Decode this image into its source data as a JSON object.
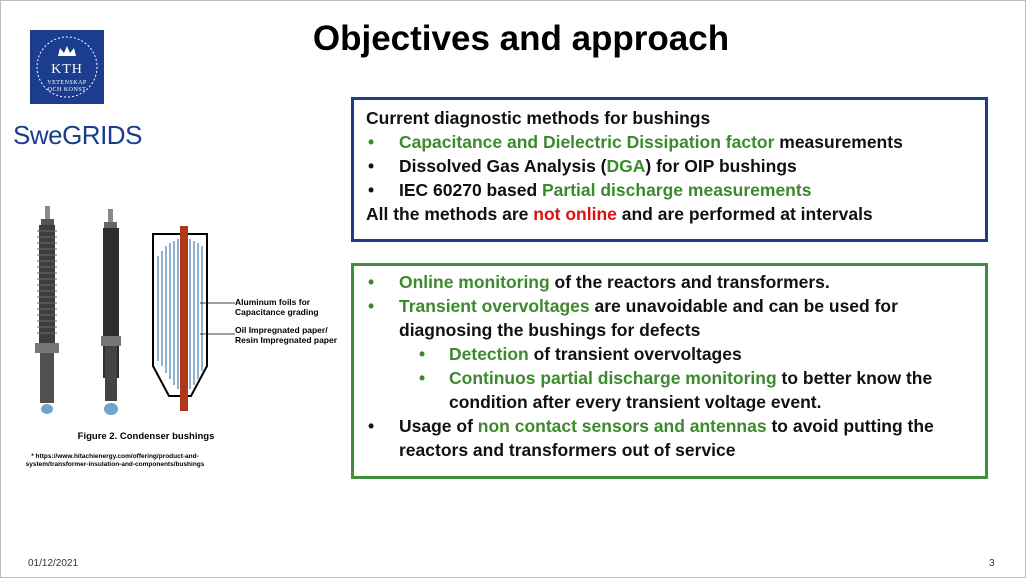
{
  "logo": {
    "name": "KTH",
    "sub1": "VETENSKAP",
    "sub2": "OCH KONST"
  },
  "brand": "SweGRIDS",
  "title": "Objectives and approach",
  "box1": {
    "heading": "Current diagnostic methods for bushings",
    "b1": {
      "green": "Capacitance and Dielectric Dissipation factor",
      "rest": " measurements"
    },
    "b2": {
      "pre": "Dissolved Gas Analysis (",
      "green": "DGA",
      "post": ") for OIP bushings"
    },
    "b3": {
      "pre": "IEC 60270 based ",
      "green": "Partial discharge measurements"
    },
    "footer": {
      "pre": "All the methods are ",
      "red": "not online",
      "post": " and are performed at intervals"
    }
  },
  "box2": {
    "b1": {
      "green": "Online monitoring",
      "rest": " of the reactors and transformers."
    },
    "b2": {
      "green": "Transient overvoltages",
      "rest": " are unavoidable and can be used for diagnosing the bushings for defects"
    },
    "s1": {
      "green": "Detection",
      "rest": " of transient overvoltages"
    },
    "s2": {
      "green": "Continuos partial discharge monitoring",
      "rest": " to better know the condition after every transient voltage event."
    },
    "b3": {
      "pre": "Usage of ",
      "green": "non contact sensors and antennas",
      "post": " to avoid putting the reactors and transformers out of service"
    }
  },
  "bullet": "•",
  "figure": {
    "label_foils": "Aluminum foils for Capacitance grading",
    "label_paper": "Oil Impregnated paper/ Resin Impregnated paper",
    "caption": "Figure 2. Condenser bushings",
    "source": "* https://www.hitachienergy.com/offering/product-and-system/transformer-insulation-and-components/bushings"
  },
  "footer": {
    "date": "01/12/2021",
    "page": "3"
  },
  "colors": {
    "accent_blue": "#1f3c88",
    "accent_green": "#3c8a2e",
    "alert_red": "#e01010"
  }
}
